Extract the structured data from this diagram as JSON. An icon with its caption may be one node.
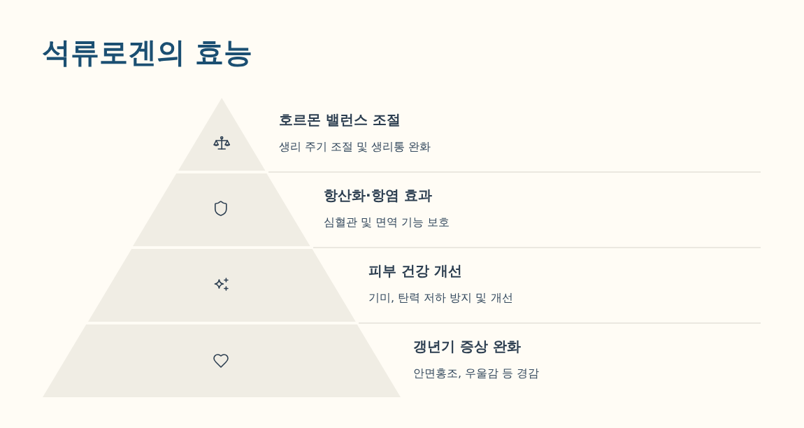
{
  "diagram": {
    "title": "석류로겐의 효능",
    "nodes": [
      {
        "text": [],
        "shape": "triangle",
        "beside": [
          "호르몬 밸런스 조절",
          "생리 주기 조절 및 생리통 완화"
        ]
      },
      {
        "text": [],
        "shape": "trapezoid",
        "beside": [
          "항산화·항염 효과",
          "심혈관 및 면역 기능 보호"
        ]
      },
      {
        "text": [],
        "shape": "trapezoid",
        "beside": [
          "피부 건강 개선",
          "기미, 탄력 저하 방지 및 개선"
        ]
      },
      {
        "text": [],
        "shape": "trapezoid",
        "beside": [
          "갱년기 증상 완화",
          "안면홍조, 우울감 등 경감"
        ]
      }
    ]
  }
}
